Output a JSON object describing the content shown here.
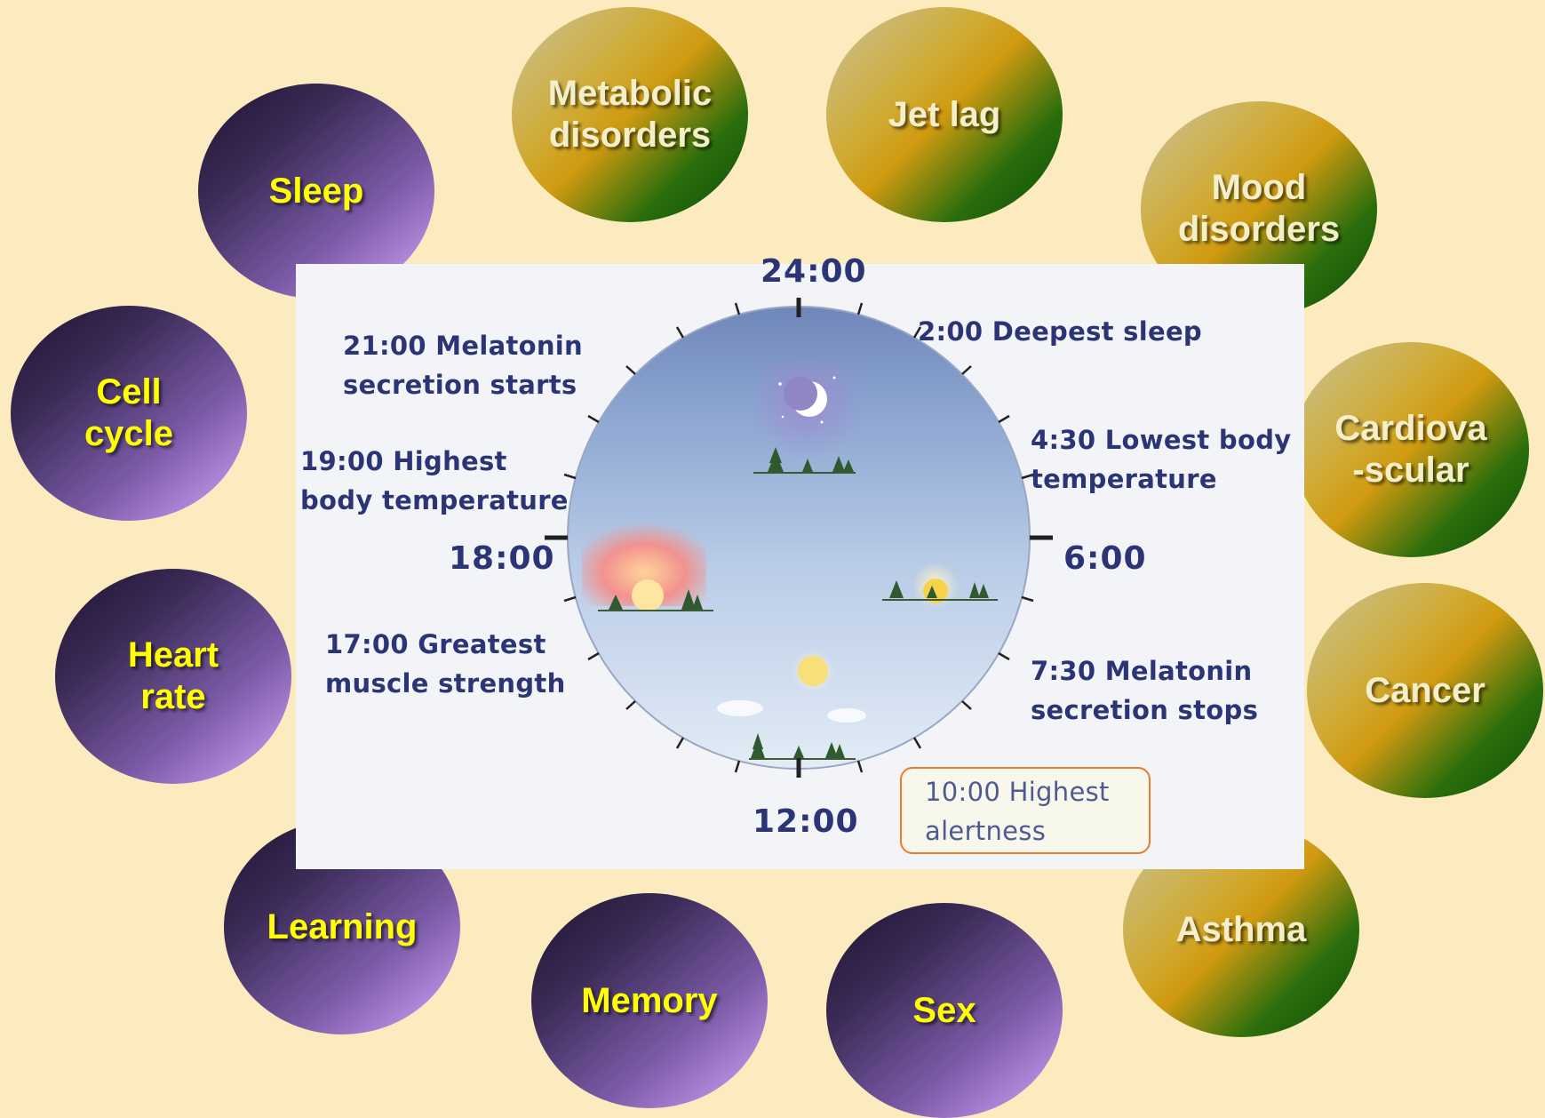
{
  "factors": [
    {
      "label": "Sleep",
      "kind": "physiology"
    },
    {
      "label": "Cell\ncycle",
      "kind": "physiology"
    },
    {
      "label": "Heart\nrate",
      "kind": "physiology"
    },
    {
      "label": "Learning",
      "kind": "physiology"
    },
    {
      "label": "Memory",
      "kind": "physiology"
    },
    {
      "label": "Sex",
      "kind": "physiology"
    }
  ],
  "disorders": [
    {
      "label": "Metabolic\ndisorders"
    },
    {
      "label": "Jet lag"
    },
    {
      "label": "Mood\ndisorders"
    },
    {
      "label": "Cardiova\n-scular"
    },
    {
      "label": "Cancer"
    },
    {
      "label": "Asthma"
    }
  ],
  "clock": {
    "hours": {
      "top": "24:00",
      "right": "6:00",
      "bottom": "12:00",
      "left": "18:00"
    },
    "annotations": {
      "melatonin_start": "21:00 Melatonin\nsecretion starts",
      "deepest_sleep": "2:00 Deepest sleep",
      "highest_temp": "19:00 Highest\nbody temperature",
      "lowest_temp": "4:30 Lowest body\ntemperature",
      "muscle_strength": "17:00 Greatest\nmuscle strength",
      "melatonin_stop": "7:30 Melatonin\nsecretion stops",
      "alertness": "10:00 Highest\nalertness"
    }
  },
  "colors": {
    "background": "#fdebc0",
    "factor_text": "#ffff00",
    "disorder_text": "#f4efc9",
    "clock_text": "#2b3575",
    "alert_border": "#ea7a2c"
  }
}
